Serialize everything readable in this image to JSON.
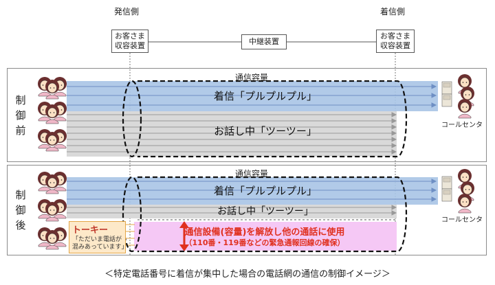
{
  "header": {
    "sender_side": "発信側",
    "receiver_side": "着信側",
    "sender_box": [
      "お客さま",
      "収容装置"
    ],
    "relay_box": "中継装置",
    "receiver_box": [
      "お客さま",
      "収容装置"
    ]
  },
  "before": {
    "side_label": [
      "制",
      "御",
      "前"
    ],
    "capacity_label": "通信容量",
    "incoming_label": "着信「プルプルプル」",
    "busy_label": "お話し中「ツーツー」",
    "callcenter_label": "コールセンタ"
  },
  "after": {
    "side_label": [
      "制",
      "御",
      "後"
    ],
    "capacity_label": "通信容量",
    "incoming_label": "着信「プルプルプル」",
    "busy_label": "お話し中「ツーツー」",
    "talkie_title": "トーキー",
    "talkie_message": [
      "「ただいま電話が",
      "混みあっています」"
    ],
    "release_line1": "通信設備(容量)を解放し他の通話に使用",
    "release_line2": "（110番・119番などの緊急通報回線の確保）",
    "callcenter_label": "コールセンタ"
  },
  "caption": "＜特定電話番号に着信が集中した場合の電話網の通信の制御イメージ＞",
  "colors": {
    "incoming_band": "#a9c4e6",
    "busy_band": "#d9d9d9",
    "release_band": "#f5c8f5",
    "release_text": "#e0301e",
    "callout_bg": "#fde9c9"
  }
}
